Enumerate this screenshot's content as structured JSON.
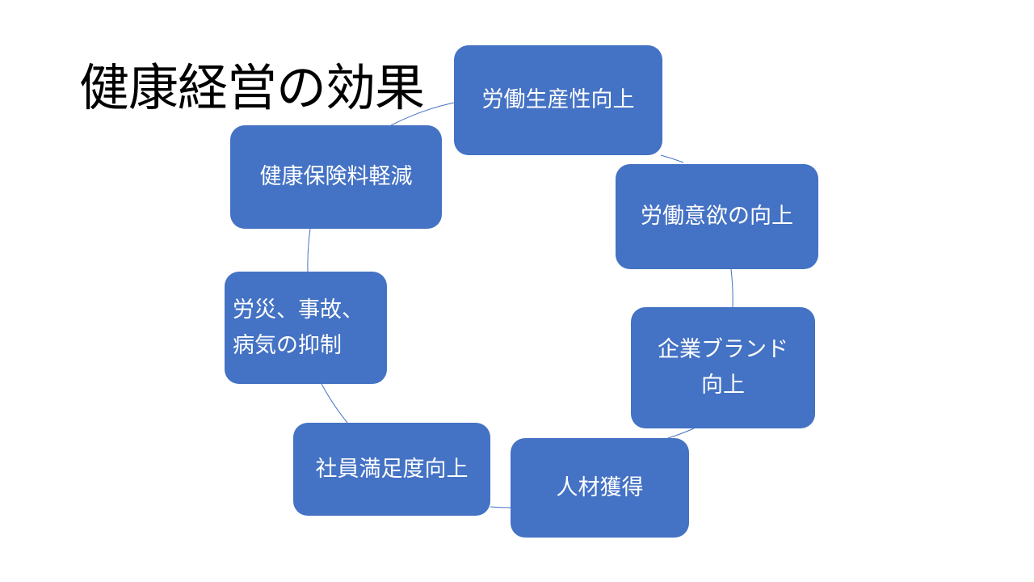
{
  "title": "健康経営の効果",
  "colors": {
    "node_fill": "#4472c4",
    "node_text": "#ffffff",
    "connector": "#4472c4"
  },
  "cycle": [
    {
      "lines": [
        "労働生産性向上"
      ]
    },
    {
      "lines": [
        "労働意欲の向上"
      ]
    },
    {
      "lines": [
        "企業ブランド",
        "向上"
      ]
    },
    {
      "lines": [
        "人材獲得"
      ]
    },
    {
      "lines": [
        "社員満足度向上"
      ]
    },
    {
      "lines": [
        "労災、事故、",
        "病気の抑制"
      ]
    },
    {
      "lines": [
        "健康保険料軽減"
      ]
    }
  ]
}
